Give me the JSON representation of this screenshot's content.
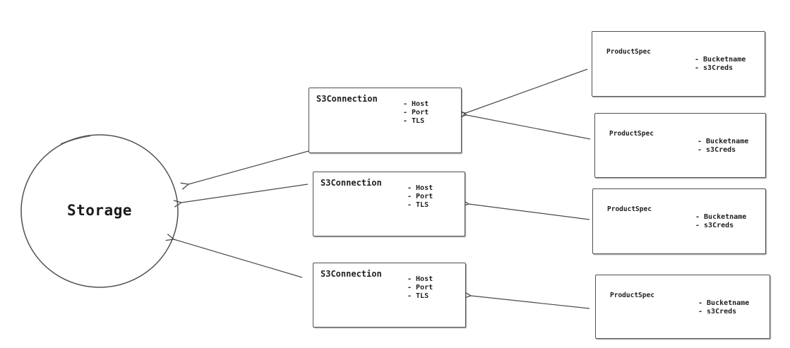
{
  "diagram": {
    "colors": {
      "background": "#ffffff",
      "stroke": "#4a4a4a",
      "text": "#1f1f1f"
    },
    "storage": {
      "label": "Storage"
    },
    "s3_connections": [
      {
        "title": "S3Connection",
        "attributes": [
          "- Host",
          "- Port",
          "- TLS"
        ]
      },
      {
        "title": "S3Connection",
        "attributes": [
          "- Host",
          "- Port",
          "- TLS"
        ]
      },
      {
        "title": "S3Connection",
        "attributes": [
          "- Host",
          "- Port",
          "- TLS"
        ]
      }
    ],
    "product_specs": [
      {
        "title": "ProductSpec",
        "attributes": [
          "- Bucketname",
          "- s3Creds"
        ]
      },
      {
        "title": "ProductSpec",
        "attributes": [
          "- Bucketname",
          "- s3Creds"
        ]
      },
      {
        "title": "ProductSpec",
        "attributes": [
          "- Bucketname",
          "- s3Creds"
        ]
      },
      {
        "title": "ProductSpec",
        "attributes": [
          "- Bucketname",
          "- s3Creds"
        ]
      }
    ]
  }
}
